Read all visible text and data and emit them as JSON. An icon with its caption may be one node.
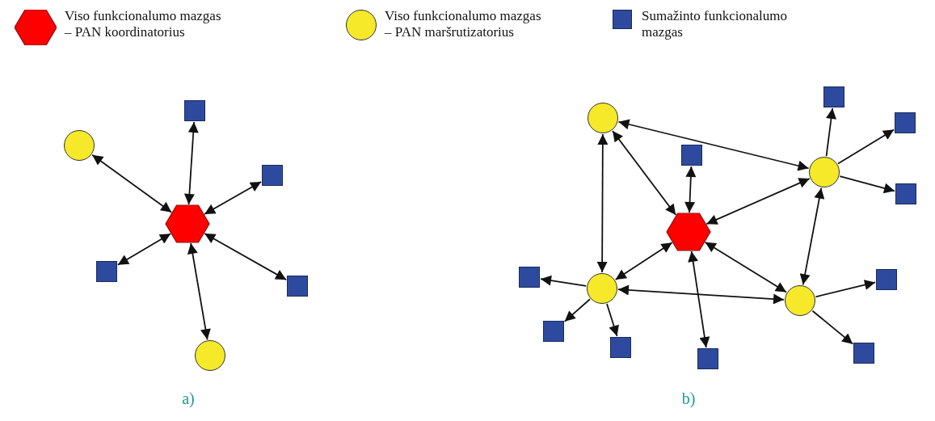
{
  "diagram": {
    "nodes": [
      {
        "text": [],
        "shape": "hexagon"
      },
      {
        "text": [],
        "shape": "circle"
      },
      {
        "text": [],
        "shape": "box"
      },
      {
        "text": [],
        "shape": "box"
      },
      {
        "text": [],
        "shape": "box"
      },
      {
        "text": [],
        "shape": "box"
      },
      {
        "text": [],
        "shape": "circle"
      },
      {
        "text": [],
        "shape": "circle"
      },
      {
        "text": [],
        "shape": "box"
      },
      {
        "text": [],
        "shape": "box"
      },
      {
        "text": [],
        "shape": "box"
      },
      {
        "text": [],
        "shape": "circle"
      },
      {
        "text": [],
        "shape": "box"
      },
      {
        "text": [],
        "shape": "hexagon"
      },
      {
        "text": [],
        "shape": "box"
      },
      {
        "text": [],
        "shape": "box"
      },
      {
        "text": [],
        "shape": "circle"
      },
      {
        "text": [],
        "shape": "circle"
      },
      {
        "text": [],
        "shape": "box"
      },
      {
        "text": [],
        "shape": "box"
      },
      {
        "text": [],
        "shape": "box"
      },
      {
        "text": [],
        "shape": "box"
      }
    ],
    "edges": [
      {
        "from": 0,
        "to": 1,
        "arrow": "both"
      },
      {
        "from": 0,
        "to": 2,
        "arrow": "both"
      },
      {
        "from": 0,
        "to": 3,
        "arrow": "both"
      },
      {
        "from": 0,
        "to": 4,
        "arrow": "both"
      },
      {
        "from": 0,
        "to": 5,
        "arrow": "both"
      },
      {
        "from": 0,
        "to": 6,
        "arrow": "both"
      },
      {
        "from": 7,
        "to": 11,
        "arrow": "both"
      },
      {
        "from": 7,
        "to": 13,
        "arrow": "both"
      },
      {
        "from": 7,
        "to": 16,
        "arrow": "both"
      },
      {
        "from": 10,
        "to": 13,
        "arrow": "both"
      },
      {
        "from": 11,
        "to": 13,
        "arrow": "both"
      },
      {
        "from": 11,
        "to": 17,
        "arrow": "both"
      },
      {
        "from": 13,
        "to": 16,
        "arrow": "both"
      },
      {
        "from": 13,
        "to": 17,
        "arrow": "both"
      },
      {
        "from": 13,
        "to": 21,
        "arrow": "both"
      },
      {
        "from": 16,
        "to": 17,
        "arrow": "both"
      },
      {
        "from": 11,
        "to": 8,
        "arrow": "to"
      },
      {
        "from": 11,
        "to": 9,
        "arrow": "to"
      },
      {
        "from": 11,
        "to": 12,
        "arrow": "to"
      },
      {
        "from": 16,
        "to": 14,
        "arrow": "to"
      },
      {
        "from": 16,
        "to": 18,
        "arrow": "to"
      },
      {
        "from": 16,
        "to": 19,
        "arrow": "to"
      },
      {
        "from": 17,
        "to": 15,
        "arrow": "to"
      },
      {
        "from": 17,
        "to": 20,
        "arrow": "to"
      }
    ],
    "labels": [
      "a)",
      "b)"
    ],
    "legend": [
      {
        "text": "Viso funkcionalumo mazgas – PAN koordinatorius"
      },
      {
        "text": "Viso funkcionalumo mazgas – PAN maršrutizatorius"
      },
      {
        "text": "Sumažinto funkcionalumo mazgas"
      }
    ]
  }
}
